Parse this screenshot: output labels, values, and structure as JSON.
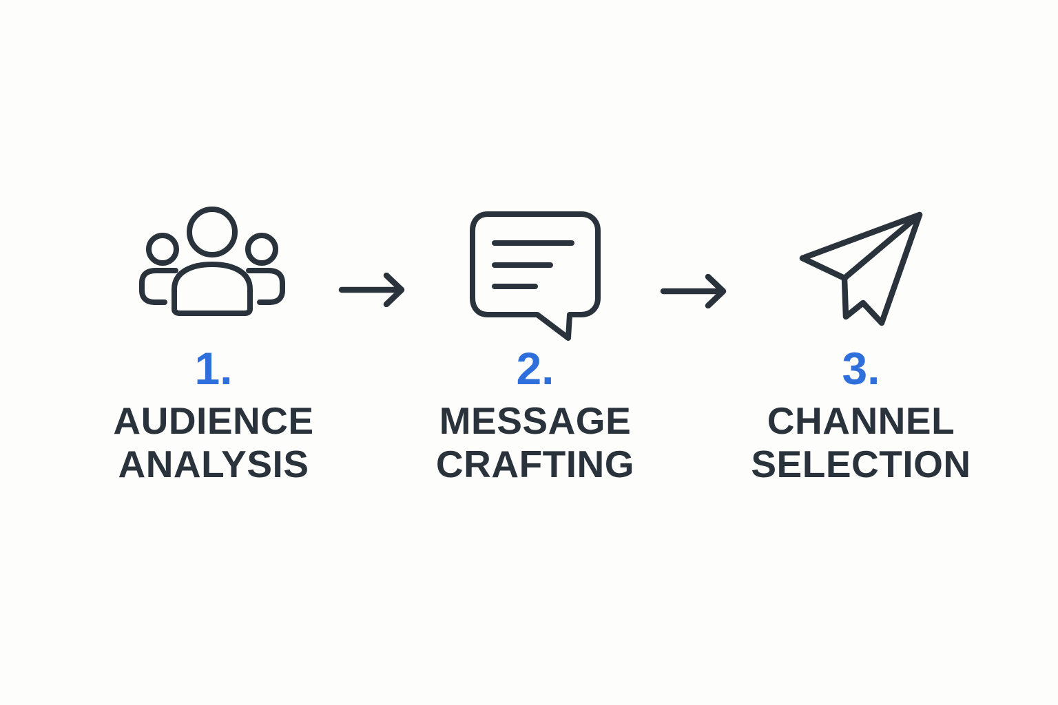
{
  "diagram": {
    "background_color": "#FDFDFB",
    "ink_color": "#2A333C",
    "accent_color": "#2F6FDB",
    "steps": [
      {
        "number": "1.",
        "line1": "AUDIENCE",
        "line2": "ANALYSIS",
        "icon": "people-group-icon"
      },
      {
        "number": "2.",
        "line1": "MESSAGE",
        "line2": "CRAFTING",
        "icon": "speech-bubble-icon"
      },
      {
        "number": "3.",
        "line1": "CHANNEL",
        "line2": "SELECTION",
        "icon": "paper-plane-icon"
      }
    ],
    "connectors": [
      {
        "type": "right-arrow"
      },
      {
        "type": "right-arrow"
      }
    ]
  }
}
